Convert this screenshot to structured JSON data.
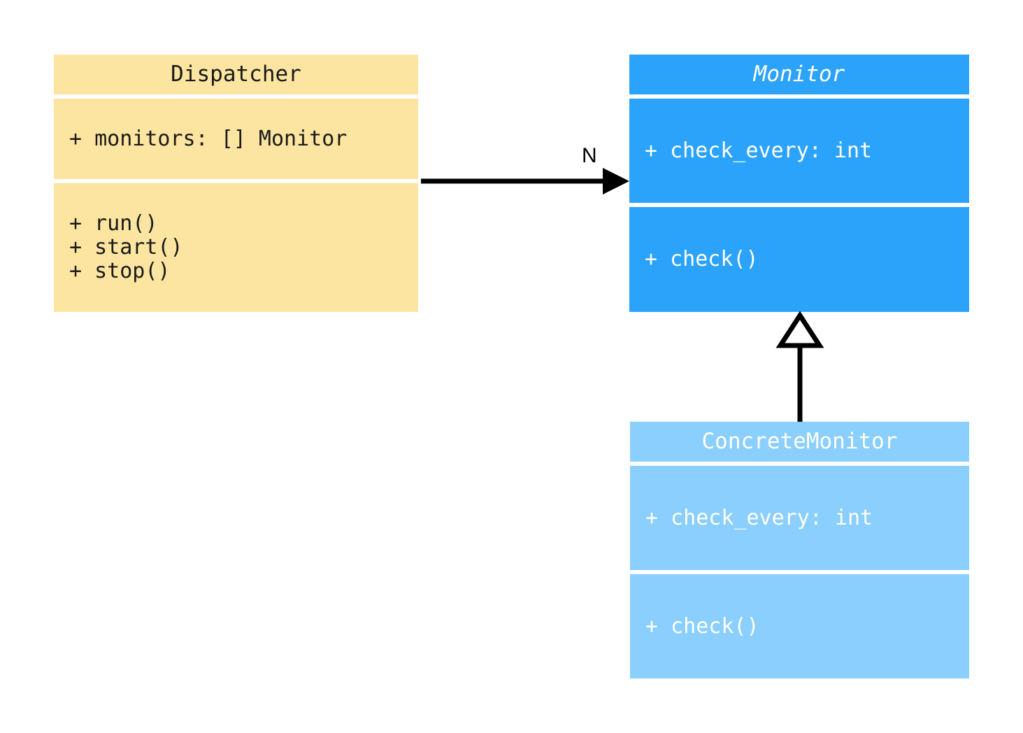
{
  "diagram": {
    "type": "uml-class-diagram",
    "background_color": "#ffffff"
  },
  "classes": [
    {
      "id": "dispatcher",
      "name": "Dispatcher",
      "abstract": false,
      "fill_color": "#fce5a0",
      "text_color": "#1a1a1a",
      "attributes": [
        "+ monitors: [] Monitor"
      ],
      "methods": [
        "+ run()",
        "+ start()",
        "+ stop()"
      ]
    },
    {
      "id": "monitor",
      "name": "Monitor",
      "abstract": true,
      "fill_color": "#2ba3fb",
      "text_color": "#ffffff",
      "attributes": [
        "+ check_every: int"
      ],
      "methods": [
        "+ check()"
      ]
    },
    {
      "id": "concretemonitor",
      "name": "ConcreteMonitor",
      "abstract": false,
      "fill_color": "#8acffd",
      "text_color": "#ffffff",
      "attributes": [
        "+ check_every: int"
      ],
      "methods": [
        "+ check()"
      ]
    }
  ],
  "relationships": [
    {
      "id": "dispatcher-to-monitor",
      "kind": "association",
      "arrowhead": "solid-filled-triangle",
      "from": "Dispatcher",
      "to": "Monitor",
      "multiplicity": "N",
      "line_color": "#000000"
    },
    {
      "id": "concretemonitor-to-monitor",
      "kind": "generalization",
      "arrowhead": "hollow-triangle",
      "from": "ConcreteMonitor",
      "to": "Monitor",
      "multiplicity": "",
      "line_color": "#000000"
    }
  ]
}
